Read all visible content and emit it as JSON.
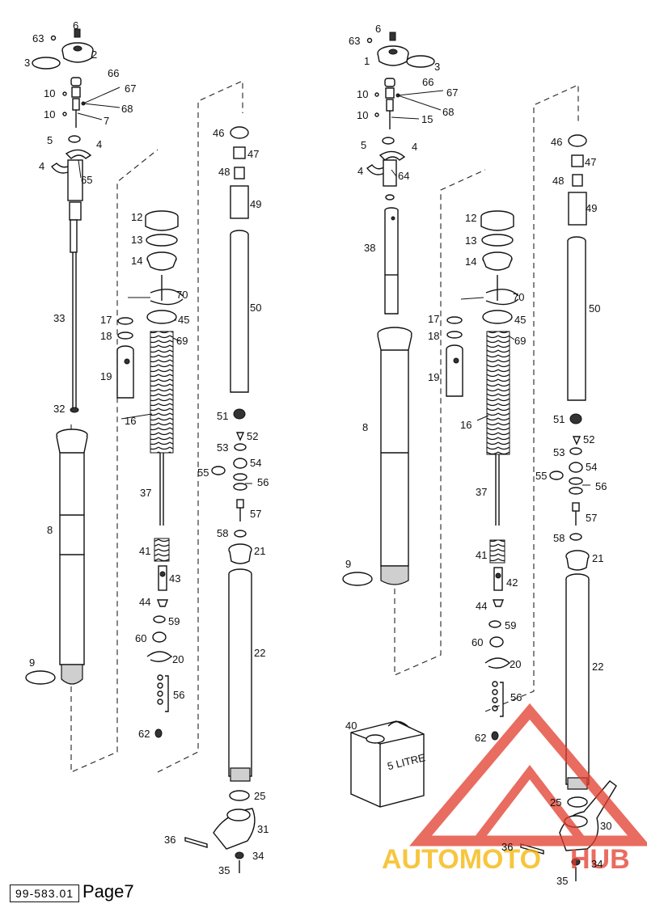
{
  "document": {
    "doc_id": "99-583.01",
    "page": "Page7"
  },
  "canister_label": "5 LITRE",
  "watermark": {
    "text_1": "AUTOMOTO",
    "text_2": "HUB",
    "color_1": "#f5b400",
    "color_2": "#e23b2c"
  },
  "left_parts": {
    "p63": "63",
    "p6": "6",
    "p3": "3",
    "p2": "2",
    "p66": "66",
    "p10a": "10",
    "p67": "67",
    "p10b": "10",
    "p68": "68",
    "p7": "7",
    "p5": "5",
    "p4a": "4",
    "p4b": "4",
    "p65": "65",
    "p33": "33",
    "p32": "32",
    "p8": "8",
    "p9": "9",
    "p12": "12",
    "p13": "13",
    "p14": "14",
    "p70": "70",
    "p17": "17",
    "p45": "45",
    "p18": "18",
    "p69": "69",
    "p19": "19",
    "p16": "16",
    "p37": "37",
    "p41": "41",
    "p43": "43",
    "p44": "44",
    "p59": "59",
    "p60": "60",
    "p20": "20",
    "p56b": "56",
    "p62": "62",
    "p46": "46",
    "p47": "47",
    "p48": "48",
    "p49": "49",
    "p50": "50",
    "p51": "51",
    "p52": "52",
    "p53": "53",
    "p54": "54",
    "p55": "55",
    "p56": "56",
    "p57": "57",
    "p58": "58",
    "p21": "21",
    "p22": "22",
    "p25": "25",
    "p31": "31",
    "p36": "36",
    "p34": "34",
    "p35": "35"
  },
  "right_parts": {
    "p63": "63",
    "p6": "6",
    "p1": "1",
    "p3": "3",
    "p66": "66",
    "p10a": "10",
    "p67": "67",
    "p10b": "10",
    "p68": "68",
    "p15": "15",
    "p5": "5",
    "p4a": "4",
    "p4b": "4",
    "p64": "64",
    "p38": "38",
    "p8": "8",
    "p9": "9",
    "p40": "40",
    "p12": "12",
    "p13": "13",
    "p14": "14",
    "p70": "70",
    "p17": "17",
    "p45": "45",
    "p18": "18",
    "p69": "69",
    "p19": "19",
    "p16": "16",
    "p37": "37",
    "p41": "41",
    "p42": "42",
    "p44": "44",
    "p59": "59",
    "p60": "60",
    "p20": "20",
    "p56b": "56",
    "p62": "62",
    "p46": "46",
    "p47": "47",
    "p48": "48",
    "p49": "49",
    "p50": "50",
    "p51": "51",
    "p52": "52",
    "p53": "53",
    "p54": "54",
    "p55": "55",
    "p56": "56",
    "p57": "57",
    "p58": "58",
    "p21": "21",
    "p22": "22",
    "p25": "25",
    "p30": "30",
    "p36": "36",
    "p34": "34",
    "p35": "35"
  }
}
